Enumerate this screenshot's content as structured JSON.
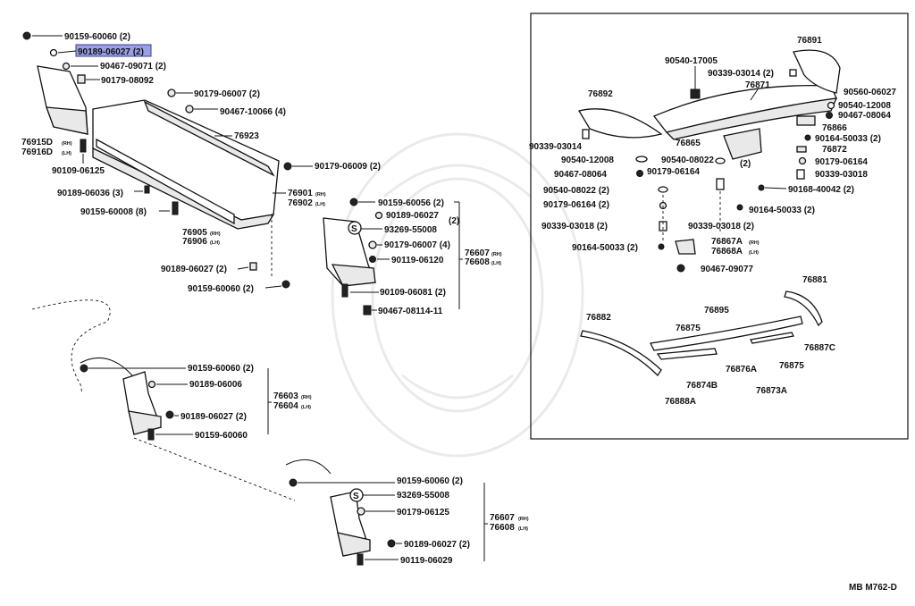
{
  "diagram_code": "MB M762-D",
  "highlighted_part": "90189-06027 (2)",
  "left_labels": {
    "p1": "90159-60060 (2)",
    "p3": "90467-09071 (2)",
    "p4": "90179-08092",
    "p5": "90179-06007 (2)",
    "p6": "90467-10066 (4)",
    "p7": "76923",
    "p8a": "76915D",
    "p8a_side": "(RH)",
    "p8b": "76916D",
    "p8b_side": "(LH)",
    "p9": "90109-06125",
    "p10": "90179-06009 (2)",
    "p11": "90189-06036 (3)",
    "p12a": "76901",
    "p12a_side": "(RH)",
    "p12b": "76902",
    "p12b_side": "(LH)",
    "p13": "90159-60008 (8)",
    "p14a": "76905",
    "p14a_side": "(RH)",
    "p14b": "76906",
    "p14b_side": "(LH)",
    "p15": "90159-60056 (2)",
    "p16": "90189-06027",
    "p16b": "(2)",
    "p17": "93269-55008",
    "p18": "90179-06007 (4)",
    "p19": "90119-06120",
    "p20a": "76607",
    "p20a_side": "(RH)",
    "p20b": "76608",
    "p20b_side": "(LH)",
    "p21": "90189-06027 (2)",
    "p22": "90159-60060 (2)",
    "p23": "90109-06081 (2)",
    "p24": "90467-08114-11"
  },
  "lower_labels": {
    "q1": "90159-60060 (2)",
    "q2": "90189-06006",
    "q3a": "76603",
    "q3a_side": "(RH)",
    "q3b": "76604",
    "q3b_side": "(LH)",
    "q4": "90189-06027 (2)",
    "q5": "90159-60060",
    "r1": "90159-60060 (2)",
    "r2": "93269-55008",
    "r3": "90179-06125",
    "r4a": "76607",
    "r4a_side": "(RH)",
    "r4b": "76608",
    "r4b_side": "(LH)",
    "r5": "90189-06027 (2)",
    "r6": "90119-06029"
  },
  "box_labels": {
    "b1": "76891",
    "b2": "90540-17005",
    "b3": "90339-03014 (2)",
    "b4": "76871",
    "b5": "90560-06027",
    "b6": "90540-12008",
    "b7": "90467-08064",
    "b8": "76866",
    "b9": "76892",
    "b10": "90164-50033 (2)",
    "b11": "76872",
    "b12": "76865",
    "b13": "90339-03014",
    "b14": "90540-12008",
    "b15": "90540-08022",
    "b16": "(2)",
    "b17": "90179-06164",
    "b18": "90339-03018",
    "b19": "90467-08064",
    "b20": "90179-06164",
    "b21": "90168-40042 (2)",
    "b22": "90540-08022 (2)",
    "b23": "90179-06164 (2)",
    "b24": "90164-50033 (2)",
    "b25": "90339-03018 (2)",
    "b26": "90339-03018 (2)",
    "b27": "90164-50033 (2)",
    "b28a": "76867A",
    "b28a_side": "(RH)",
    "b28b": "76868A",
    "b28b_side": "(LH)",
    "b29": "90467-09077",
    "b30": "76881",
    "b31": "76882",
    "b32": "76895",
    "b33": "76875",
    "b34": "76887C",
    "b35": "76876A",
    "b36": "76875",
    "b37": "76874B",
    "b38": "76873A",
    "b39": "76888A"
  },
  "callouts": {
    "s1": "S",
    "s2": "S"
  }
}
